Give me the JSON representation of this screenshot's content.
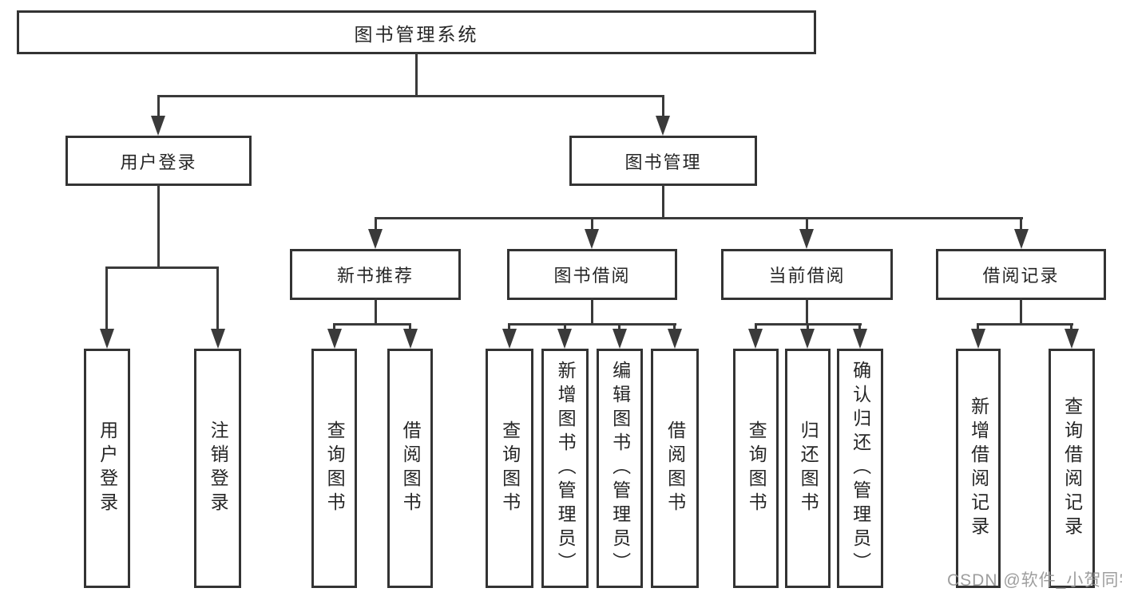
{
  "colors": {
    "background": "#ffffff",
    "box_border": "#333333",
    "line": "#3a3a3a",
    "text": "#262626",
    "watermark": "#969696"
  },
  "diagram": {
    "root": {
      "label": "图书管理系统"
    },
    "branches": [
      {
        "label": "用户登录",
        "leaves": [
          {
            "label": "用户登录"
          },
          {
            "label": "注销登录"
          }
        ]
      },
      {
        "label": "图书管理",
        "groups": [
          {
            "label": "新书推荐",
            "leaves": [
              {
                "label": "查询图书"
              },
              {
                "label": "借阅图书"
              }
            ]
          },
          {
            "label": "图书借阅",
            "leaves": [
              {
                "label": "查询图书"
              },
              {
                "label": "新增图书（管理员）"
              },
              {
                "label": "编辑图书（管理员）"
              },
              {
                "label": "借阅图书"
              }
            ]
          },
          {
            "label": "当前借阅",
            "leaves": [
              {
                "label": "查询图书"
              },
              {
                "label": "归还图书"
              },
              {
                "label": "确认归还（管理员）"
              }
            ]
          },
          {
            "label": "借阅记录",
            "leaves": [
              {
                "label": "新增借阅记录"
              },
              {
                "label": "查询借阅记录"
              }
            ]
          }
        ]
      }
    ]
  },
  "watermark": {
    "text": "CSDN @软件_小贺同学"
  }
}
